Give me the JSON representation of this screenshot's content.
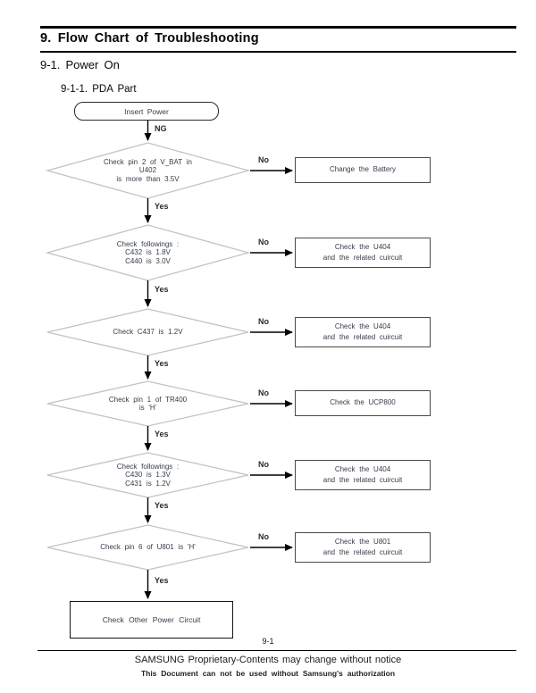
{
  "header": {
    "title": "9. Flow Chart of Troubleshooting",
    "section": "9-1. Power On",
    "subsection": "9-1-1. PDA Part"
  },
  "flowchart": {
    "start_label": "Insert Power",
    "ng_label": "NG",
    "yes_label": "Yes",
    "no_label": "No",
    "decisions": [
      {
        "text": "Check pin 2 of V_BAT in\nU402\nis more than 3.5V",
        "no_action": "Change the Battery"
      },
      {
        "text": "Check followings :\nC432 is 1.8V\nC440 is 3.0V",
        "no_action": "Check the U404\nand the related cuircuit"
      },
      {
        "text": "Check C437 is 1.2V",
        "no_action": "Check the U404\nand the related cuircuit"
      },
      {
        "text": "Check pin 1 of TR400\nis 'H'",
        "no_action": "Check the UCP800"
      },
      {
        "text": "Check followings :\nC430 is 1.3V\nC431 is 1.2V",
        "no_action": "Check the U404\nand the related cuircuit"
      },
      {
        "text": "Check pin 6 of U801 is 'H'",
        "no_action": "Check the U801\nand the related cuircuit"
      }
    ],
    "end_label": "Check Other Power Circuit"
  },
  "footer": {
    "page_number": "9-1",
    "line1": "SAMSUNG Proprietary-Contents may change without notice",
    "line2": "This Document can not be used without Samsung's authorization"
  },
  "colors": {
    "diamond_border": "#c3c3c3",
    "box_border": "#4a4a4a",
    "arrow": "#000000",
    "text": "#353c49"
  }
}
